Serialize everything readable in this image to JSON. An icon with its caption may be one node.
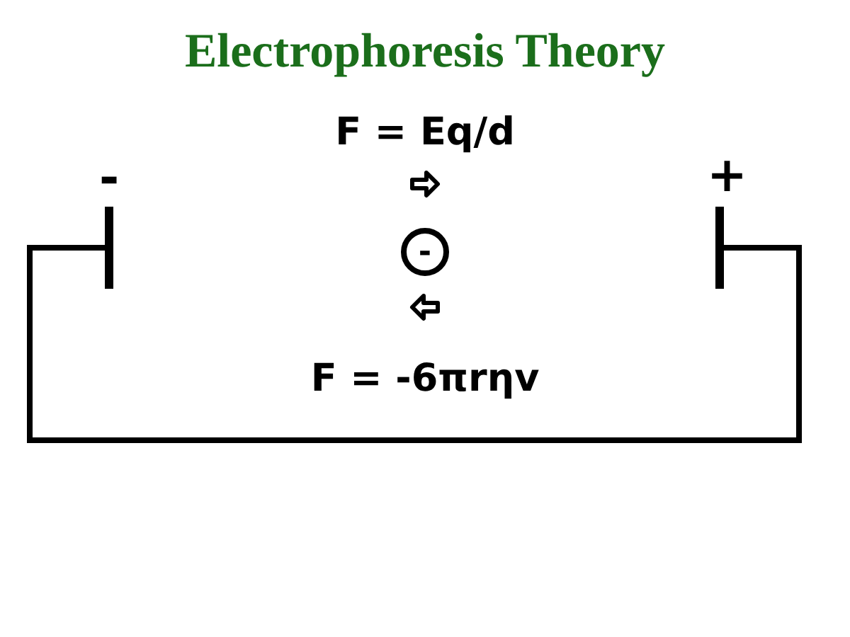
{
  "diagram": {
    "title": "Electrophoresis Theory",
    "nodes": [
      {
        "text": [
          "-"
        ]
      },
      {
        "text": [
          "+"
        ]
      },
      {
        "text": [
          "-"
        ]
      }
    ],
    "edges": [
      {
        "from": 0,
        "to": 1,
        "arrow": "none"
      }
    ],
    "labels": [
      "F = Eq/d",
      "F = -6πrηv"
    ]
  }
}
